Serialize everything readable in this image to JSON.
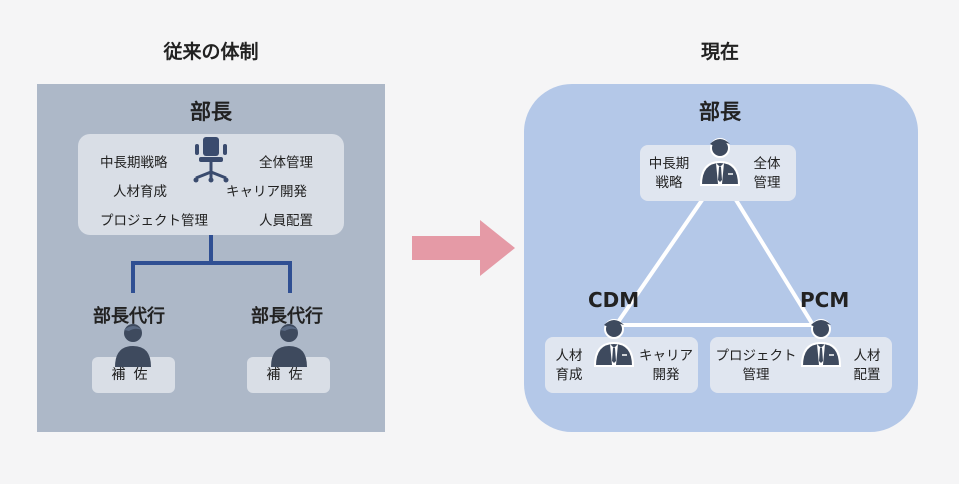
{
  "left": {
    "title": "従来の体制",
    "head": "部長",
    "roles": {
      "r1": "中長期戦略",
      "r2": "全体管理",
      "r3": "人材育成",
      "r4": "キャリア開発",
      "r5": "プロジェクト管理",
      "r6": "人員配置"
    },
    "deputies": [
      {
        "title": "部長代行",
        "assistant": "補佐"
      },
      {
        "title": "部長代行",
        "assistant": "補佐"
      }
    ]
  },
  "right": {
    "title": "現在",
    "head": "部長",
    "head_roles": {
      "left": "中長期\n戦略",
      "right": "全体\n管理"
    },
    "cdm": {
      "label": "CDM",
      "left": "人材\n育成",
      "right": "キャリア\n開発"
    },
    "pcm": {
      "label": "PCM",
      "left": "プロジェクト\n管理",
      "right": "人材\n配置"
    }
  },
  "colors": {
    "left_panel": "#adb8c8",
    "right_panel": "#b4c8e8",
    "connector": "#2f4f93",
    "arrow": "#e59aa6",
    "figure": "#3e4a5e"
  }
}
